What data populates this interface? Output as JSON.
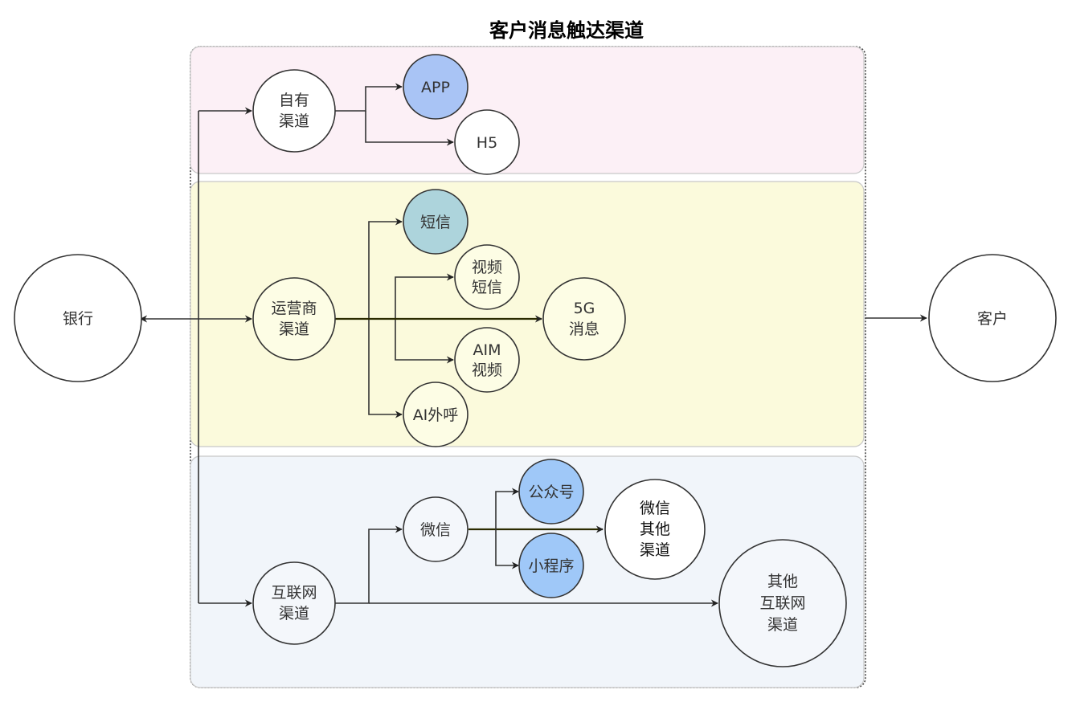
{
  "title": "客户消息触达渠道",
  "colors": {
    "band_self": "#fcf0f6",
    "band_operator": "#fbfadc",
    "band_internet": "#f1f5fa",
    "app_fill": "#a9c4f5",
    "sms_fill": "#add4dc",
    "wechat_fill": "#9fc8f8",
    "operator_node_fill": "#fdfde5",
    "internet_node_fill": "#f4f7fb",
    "white": "#ffffff"
  },
  "nodes": {
    "bank": "银行",
    "customer": "客户",
    "self_channel": [
      "自有",
      "渠道"
    ],
    "app": "APP",
    "h5": "H5",
    "operator_channel": [
      "运营商",
      "渠道"
    ],
    "sms": "短信",
    "video_sms": [
      "视频",
      "短信"
    ],
    "msg_5g": [
      "5G",
      "消息"
    ],
    "aim_video": [
      "AIM",
      "视频"
    ],
    "ai_call": "AI外呼",
    "internet_channel": [
      "互联网",
      "渠道"
    ],
    "wechat": "微信",
    "official_account": "公众号",
    "mini_program": "小程序",
    "wechat_other": [
      "微信",
      "其他",
      "渠道"
    ],
    "other_internet": [
      "其他",
      "互联网",
      "渠道"
    ]
  }
}
